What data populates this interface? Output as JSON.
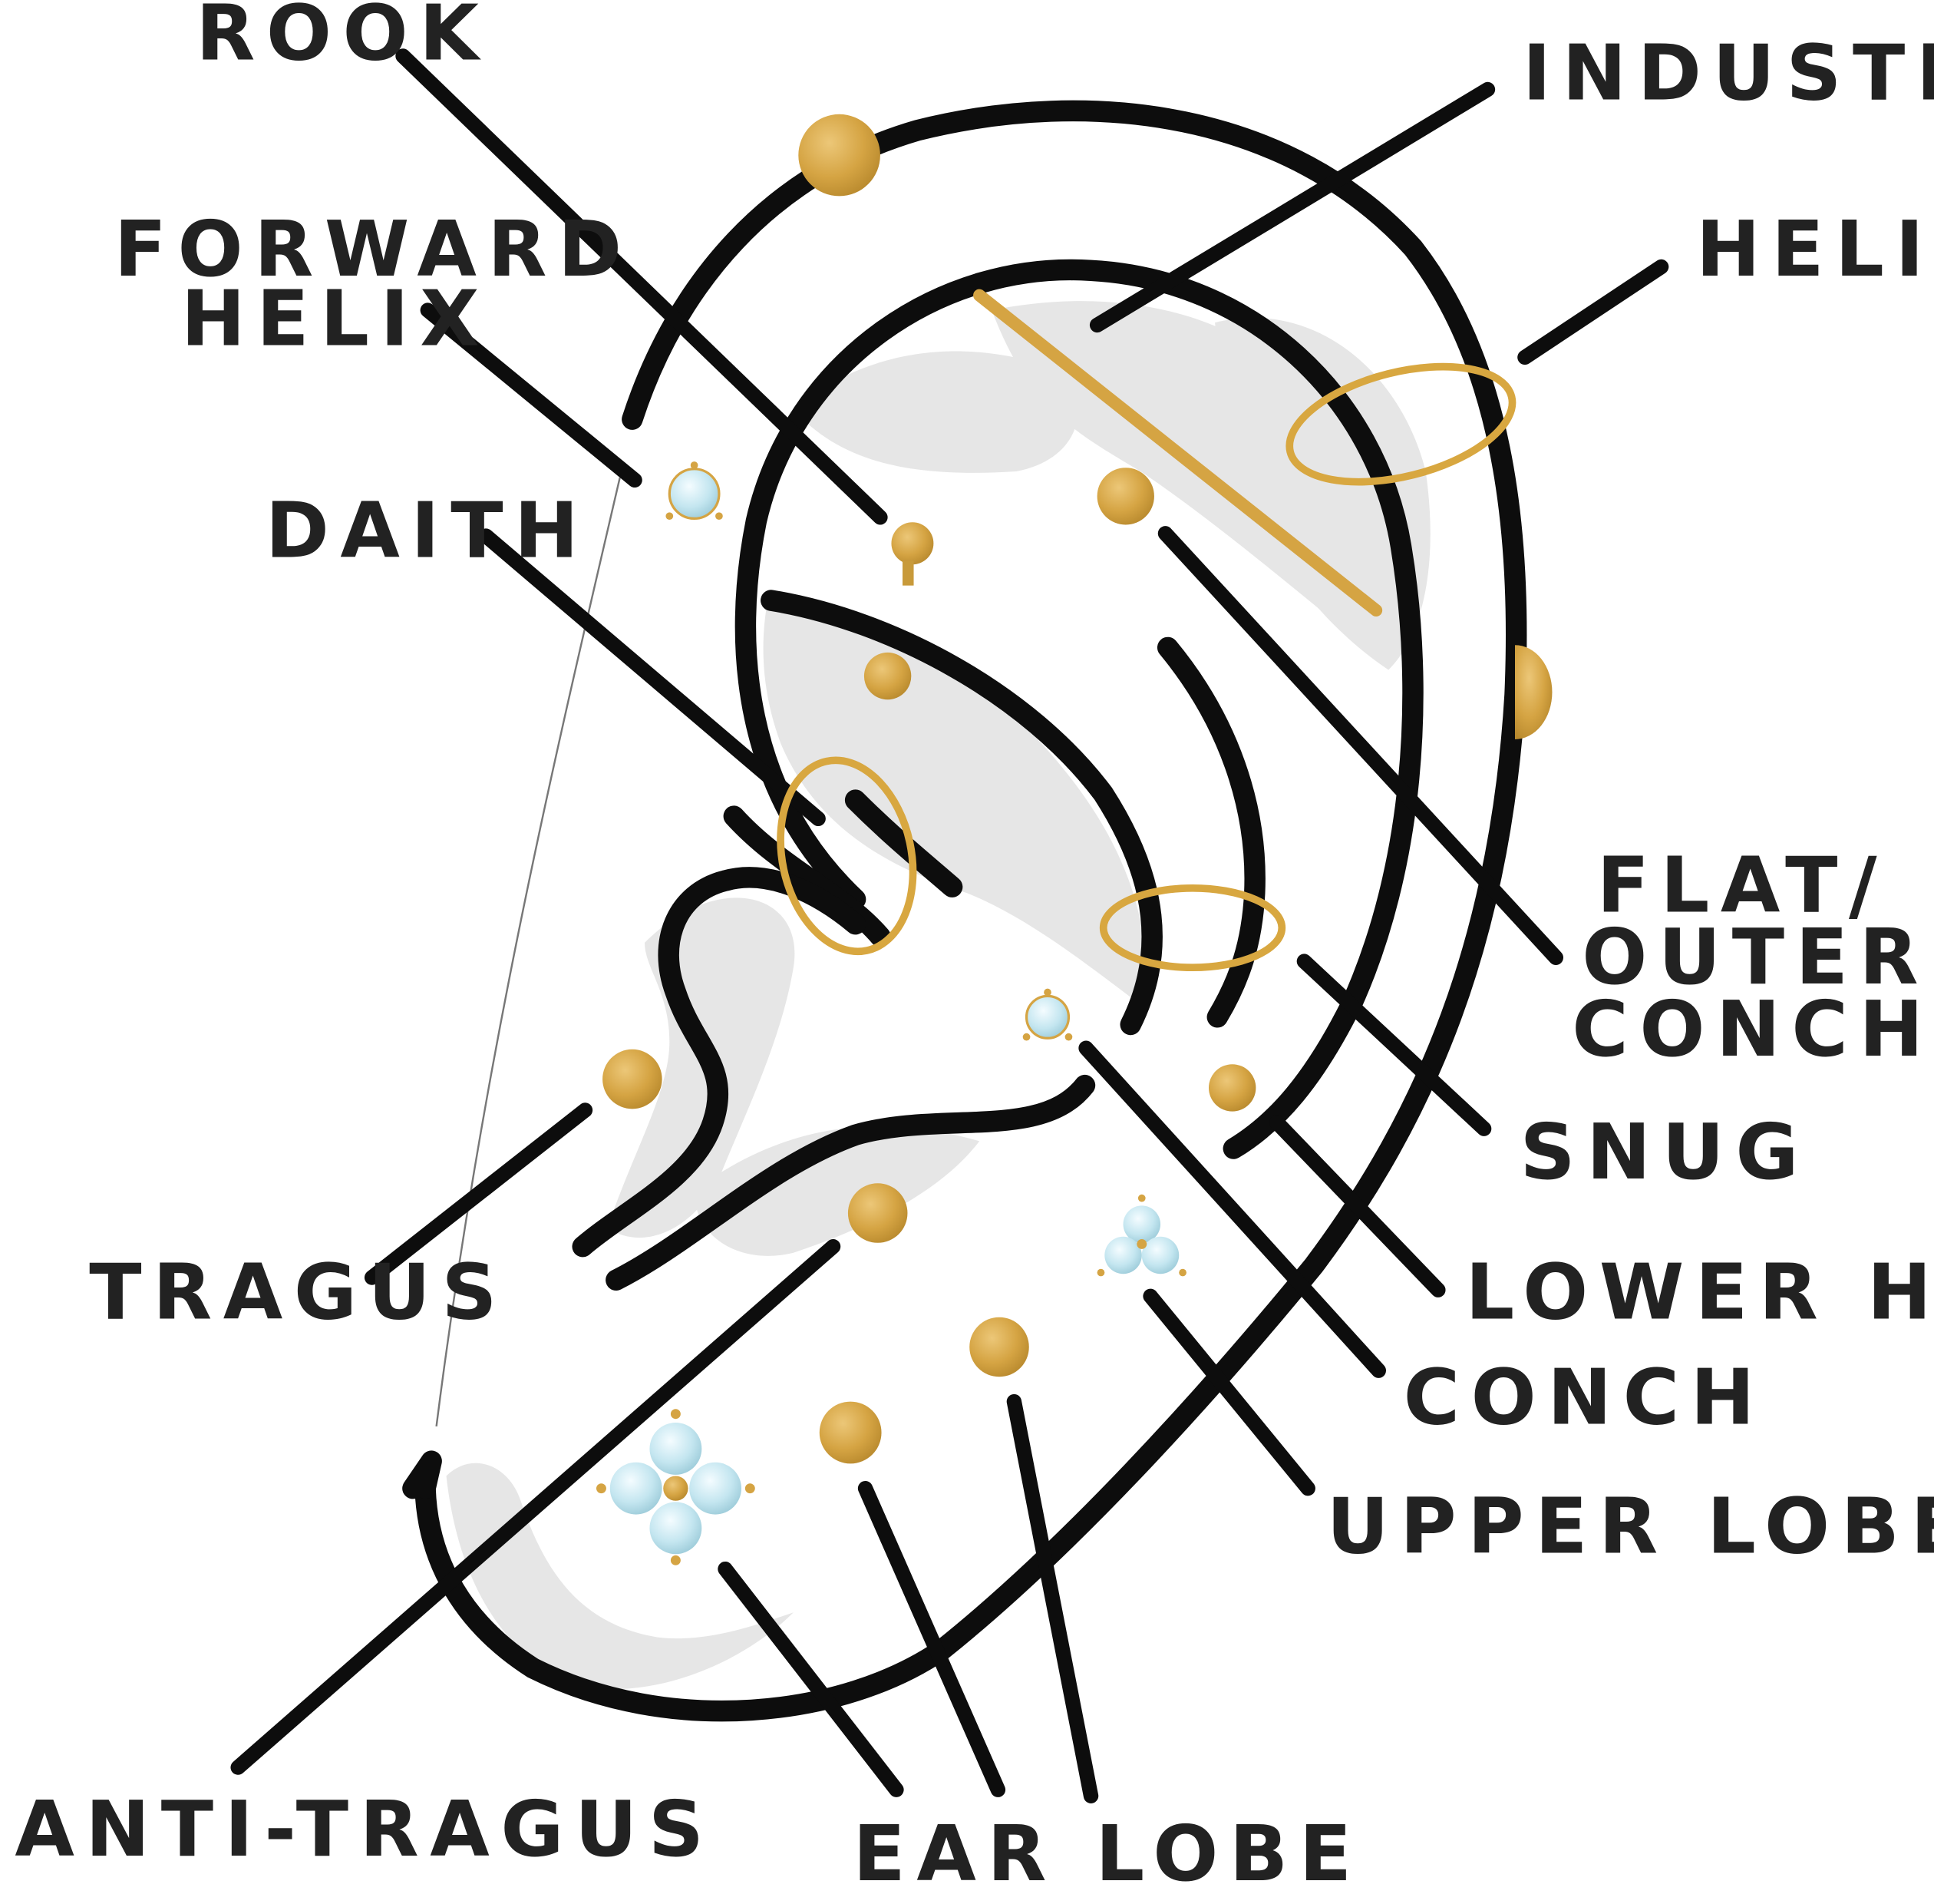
{
  "labels": {
    "rook": "ROOK",
    "industrial": "INDUSTRIAL",
    "forward_helix_1": "FORWARD",
    "forward_helix_2": "HELIX",
    "helix": "HELIX",
    "daith": "DAITH",
    "flat_conch_1": "FLAT/",
    "flat_conch_2": "OUTER",
    "flat_conch_3": "CONCH",
    "snug": "SNUG",
    "tragus": "TRAGUS",
    "lower_helix": "LOWER HELIX",
    "conch": "CONCH",
    "upper_lobe": "UPPER LOBE",
    "anti_tragus": "ANTI-TRAGUS",
    "ear_lobe": "EAR LOBE"
  },
  "colors": {
    "outline": "#0d0d0d",
    "gold": "#d5a443",
    "gem": "#bfe3ef",
    "shadow": "#e6e6e6",
    "text": "#222222"
  }
}
